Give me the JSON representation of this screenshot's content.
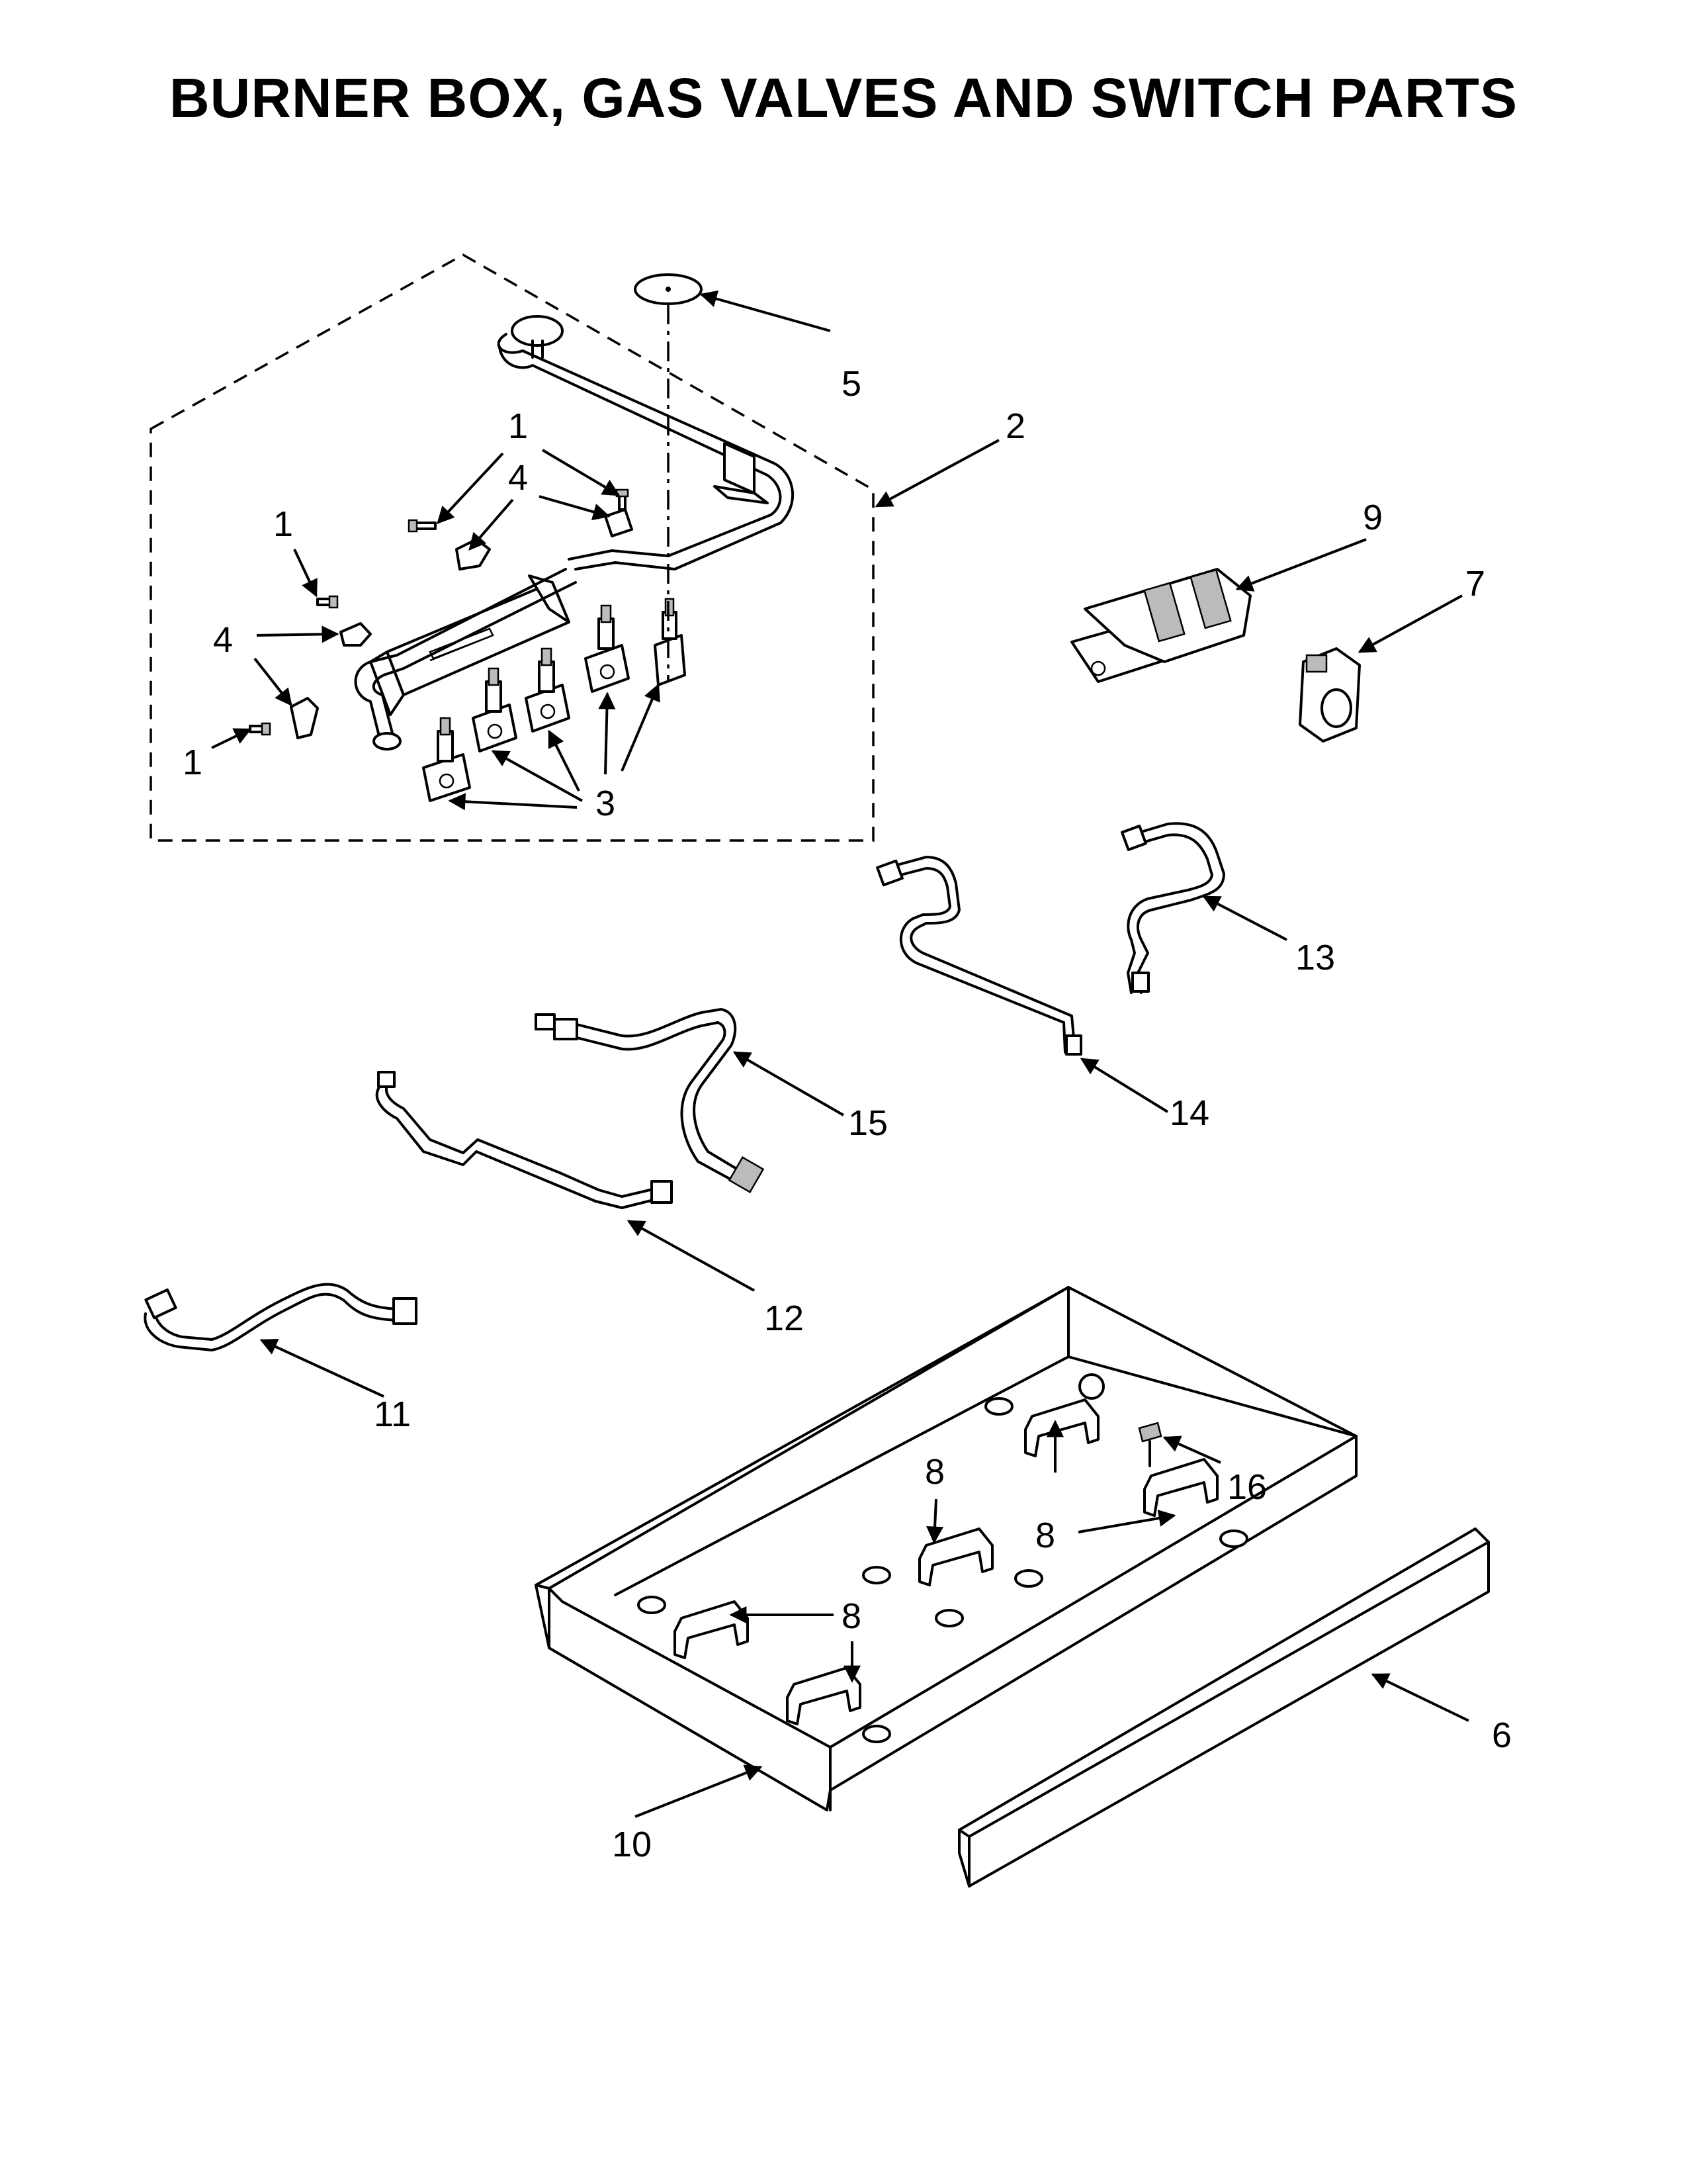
{
  "title": "BURNER BOX, GAS VALVES AND SWITCH PARTS",
  "callouts": {
    "c1": "1",
    "c2": "2",
    "c3": "3",
    "c4": "4",
    "c5": "5",
    "c6": "6",
    "c7": "7",
    "c8": "8",
    "c9": "9",
    "c10": "10",
    "c11": "11",
    "c12": "12",
    "c13": "13",
    "c14": "14",
    "c15": "15",
    "c16": "16"
  }
}
